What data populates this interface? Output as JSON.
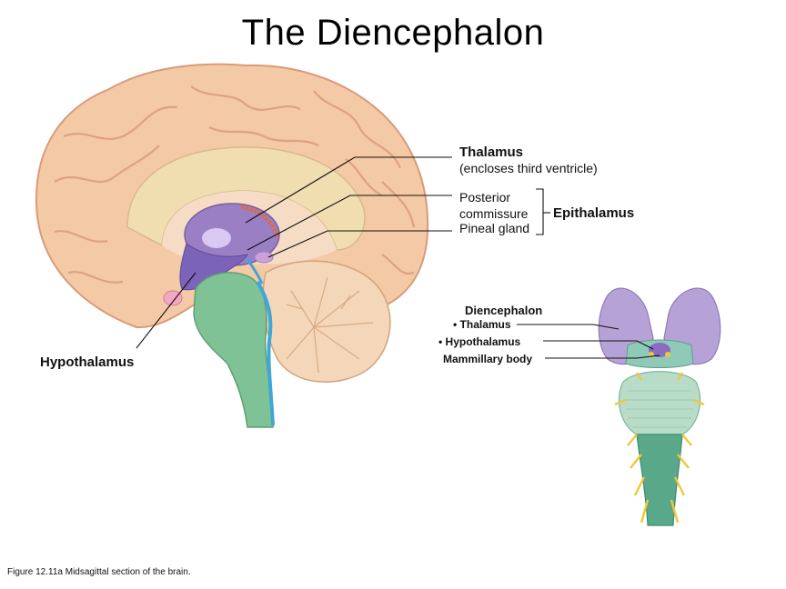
{
  "slide": {
    "title": "The Diencephalon",
    "caption": "Figure 12.11a  Midsagittal section of the brain."
  },
  "labels": {
    "thalamus": "Thalamus",
    "thalamus_note": "(encloses third ventricle)",
    "posterior_commissure_1": "Posterior",
    "posterior_commissure_2": "commissure",
    "pineal_gland": "Pineal gland",
    "epithalamus": "Epithalamus",
    "hypothalamus": "Hypothalamus"
  },
  "inset_labels": {
    "diencephalon": "Diencephalon",
    "thalamus": "• Thalamus",
    "hypothalamus": "• Hypothalamus",
    "mammillary_body": "Mammillary body"
  },
  "colors": {
    "brain_tissue": "#f3c9a6",
    "brain_outline": "#d99b78",
    "thalamus": "#9b7fc4",
    "hypothalamus": "#7a63b8",
    "brainstem": "#7fc296",
    "ventricle": "#3fa6d8",
    "cerebellum": "#f4d6b8",
    "corpus_callosum": "#f0ddb0",
    "epithalamus_orange": "#e8672c"
  }
}
